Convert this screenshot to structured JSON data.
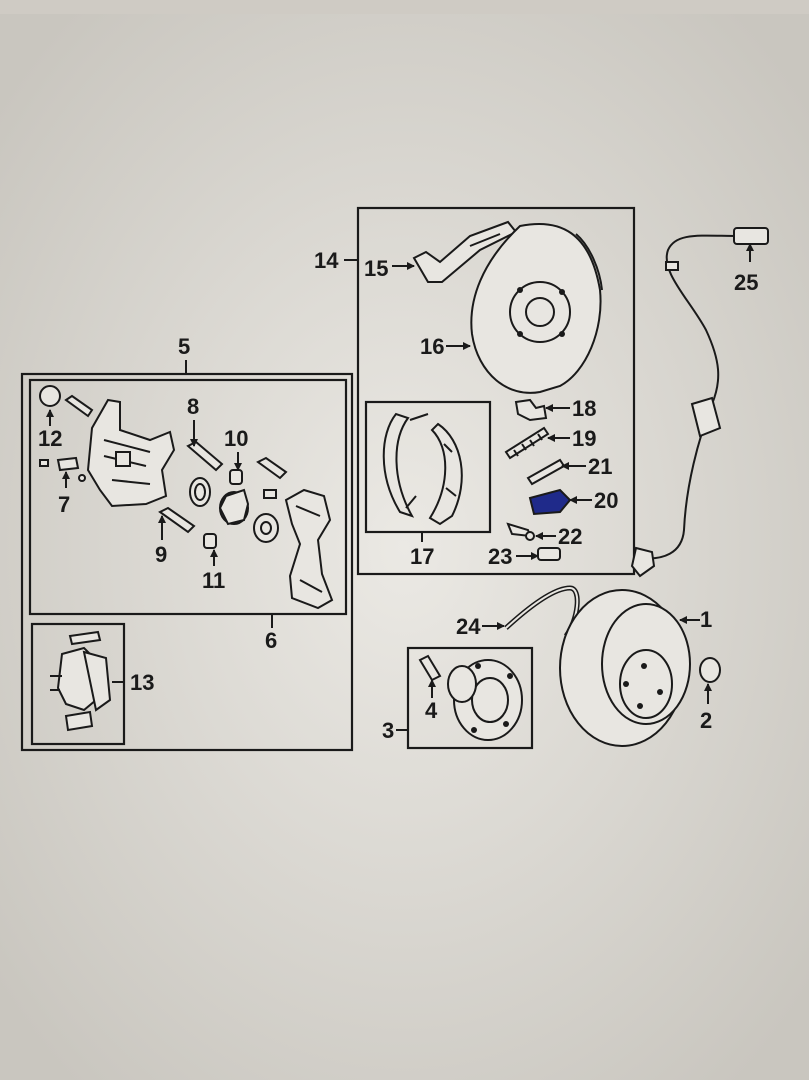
{
  "colors": {
    "background": "#d9d6d0",
    "line": "#1a1a1a",
    "highlight": "#1f2a8a"
  },
  "callouts": {
    "c1": "1",
    "c2": "2",
    "c3": "3",
    "c4": "4",
    "c5": "5",
    "c6": "6",
    "c7": "7",
    "c8": "8",
    "c9": "9",
    "c10": "10",
    "c11": "11",
    "c12": "12",
    "c13": "13",
    "c14": "14",
    "c15": "15",
    "c16": "16",
    "c17": "17",
    "c18": "18",
    "c19": "19",
    "c20": "20",
    "c21": "21",
    "c22": "22",
    "c23": "23",
    "c24": "24",
    "c25": "25"
  }
}
